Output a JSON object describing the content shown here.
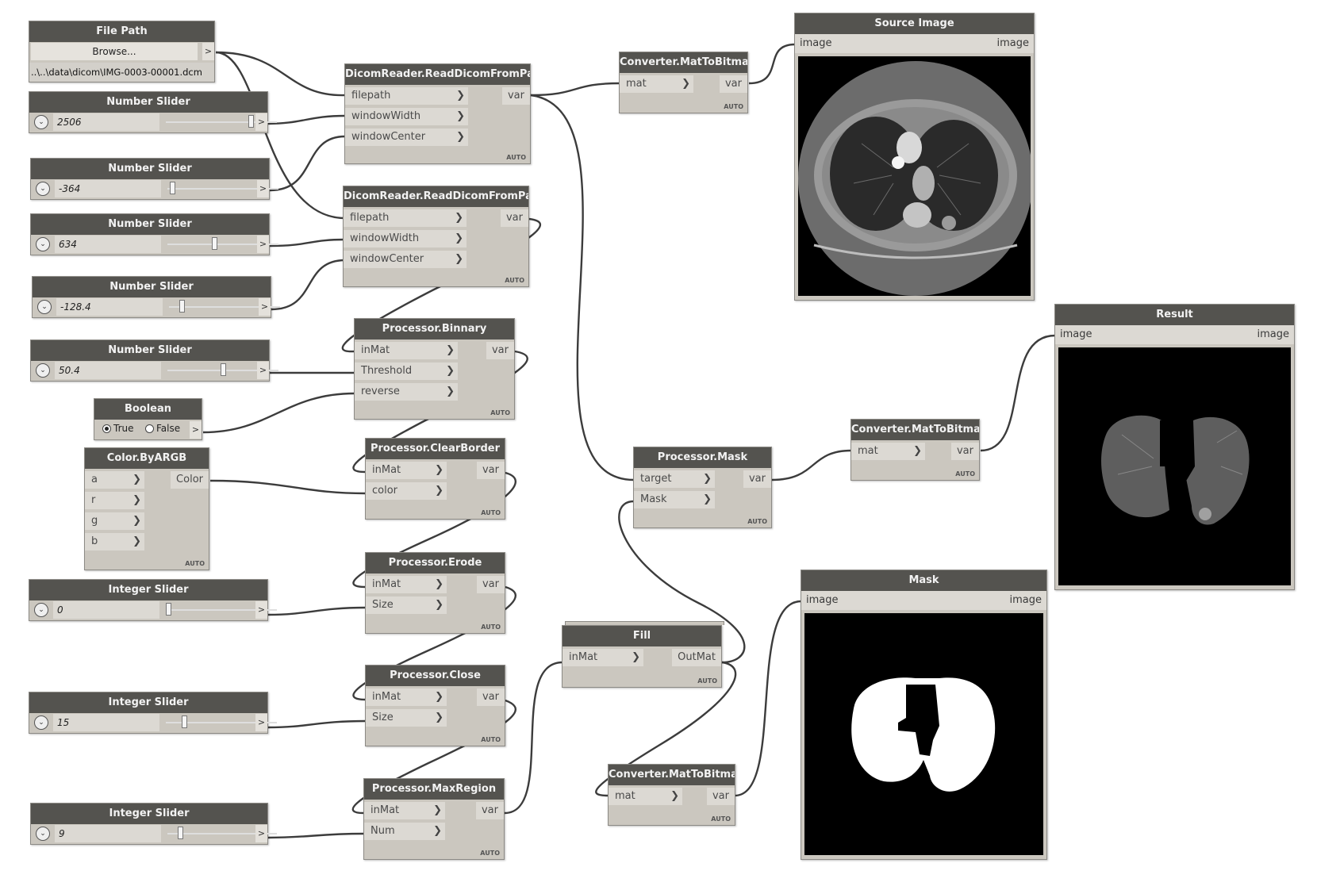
{
  "filepath_node": {
    "title": "File Path",
    "browse": "Browse...",
    "arrow": ">",
    "path": "..\\..\\data\\dicom\\IMG-0003-00001.dcm"
  },
  "sliders": [
    {
      "title": "Number Slider",
      "value": "2506",
      "fraction": 0.78
    },
    {
      "title": "Number Slider",
      "value": "-364",
      "fraction": 0.02
    },
    {
      "title": "Number Slider",
      "value": "634",
      "fraction": 0.42
    },
    {
      "title": "Number Slider",
      "value": "-128.4",
      "fraction": 0.1
    },
    {
      "title": "Number Slider",
      "value": "50.4",
      "fraction": 0.5
    },
    {
      "title": "Integer Slider",
      "value": "0",
      "fraction": 0.0
    },
    {
      "title": "Integer Slider",
      "value": "15",
      "fraction": 0.15
    },
    {
      "title": "Integer Slider",
      "value": "9",
      "fraction": 0.1
    }
  ],
  "slider_dropdown": "⌄",
  "slider_out": ">",
  "boolean_node": {
    "title": "Boolean",
    "true_label": "True",
    "false_label": "False",
    "selected": "True",
    "arrow": ">"
  },
  "color_node": {
    "title": "Color.ByARGB",
    "ports": [
      "a",
      "r",
      "g",
      "b"
    ],
    "output": "Color"
  },
  "dicom1": {
    "title": "DicomReader.ReadDicomFromPath",
    "ports": [
      "filepath",
      "windowWidth",
      "windowCenter"
    ],
    "output": "var"
  },
  "dicom2": {
    "title": "DicomReader.ReadDicomFromPath",
    "ports": [
      "filepath",
      "windowWidth",
      "windowCenter"
    ],
    "output": "var"
  },
  "binnary": {
    "title": "Processor.Binnary",
    "ports": [
      "inMat",
      "Threshold",
      "reverse"
    ],
    "output": "var"
  },
  "clearborder": {
    "title": "Processor.ClearBorder",
    "ports": [
      "inMat",
      "color"
    ],
    "output": "var"
  },
  "erode": {
    "title": "Processor.Erode",
    "ports": [
      "inMat",
      "Size"
    ],
    "output": "var"
  },
  "close": {
    "title": "Processor.Close",
    "ports": [
      "inMat",
      "Size"
    ],
    "output": "var"
  },
  "maxregion": {
    "title": "Processor.MaxRegion",
    "ports": [
      "inMat",
      "Num"
    ],
    "output": "var"
  },
  "fill": {
    "title": "Fill",
    "ports": [
      "inMat"
    ],
    "output": "OutMat"
  },
  "mask_proc": {
    "title": "Processor.Mask",
    "ports": [
      "target",
      "Mask"
    ],
    "output": "var"
  },
  "conv1": {
    "title": "Converter.MatToBitmap",
    "ports": [
      "mat"
    ],
    "output": "var"
  },
  "conv2": {
    "title": "Converter.MatToBitmap",
    "ports": [
      "mat"
    ],
    "output": "var"
  },
  "conv3": {
    "title": "Converter.MatToBitmap",
    "ports": [
      "mat"
    ],
    "output": "var"
  },
  "watch_source": {
    "title": "Source Image",
    "in": "image",
    "out": "image"
  },
  "watch_result": {
    "title": "Result",
    "in": "image",
    "out": "image"
  },
  "watch_mask": {
    "title": "Mask",
    "in": "image",
    "out": "image"
  },
  "auto_label": "AUTO",
  "port_arrow": "❯",
  "colors": {
    "header": "#54534f",
    "body": "#cbc7bf",
    "port": "#dcd9d3",
    "wire": "#3c3c3c"
  }
}
